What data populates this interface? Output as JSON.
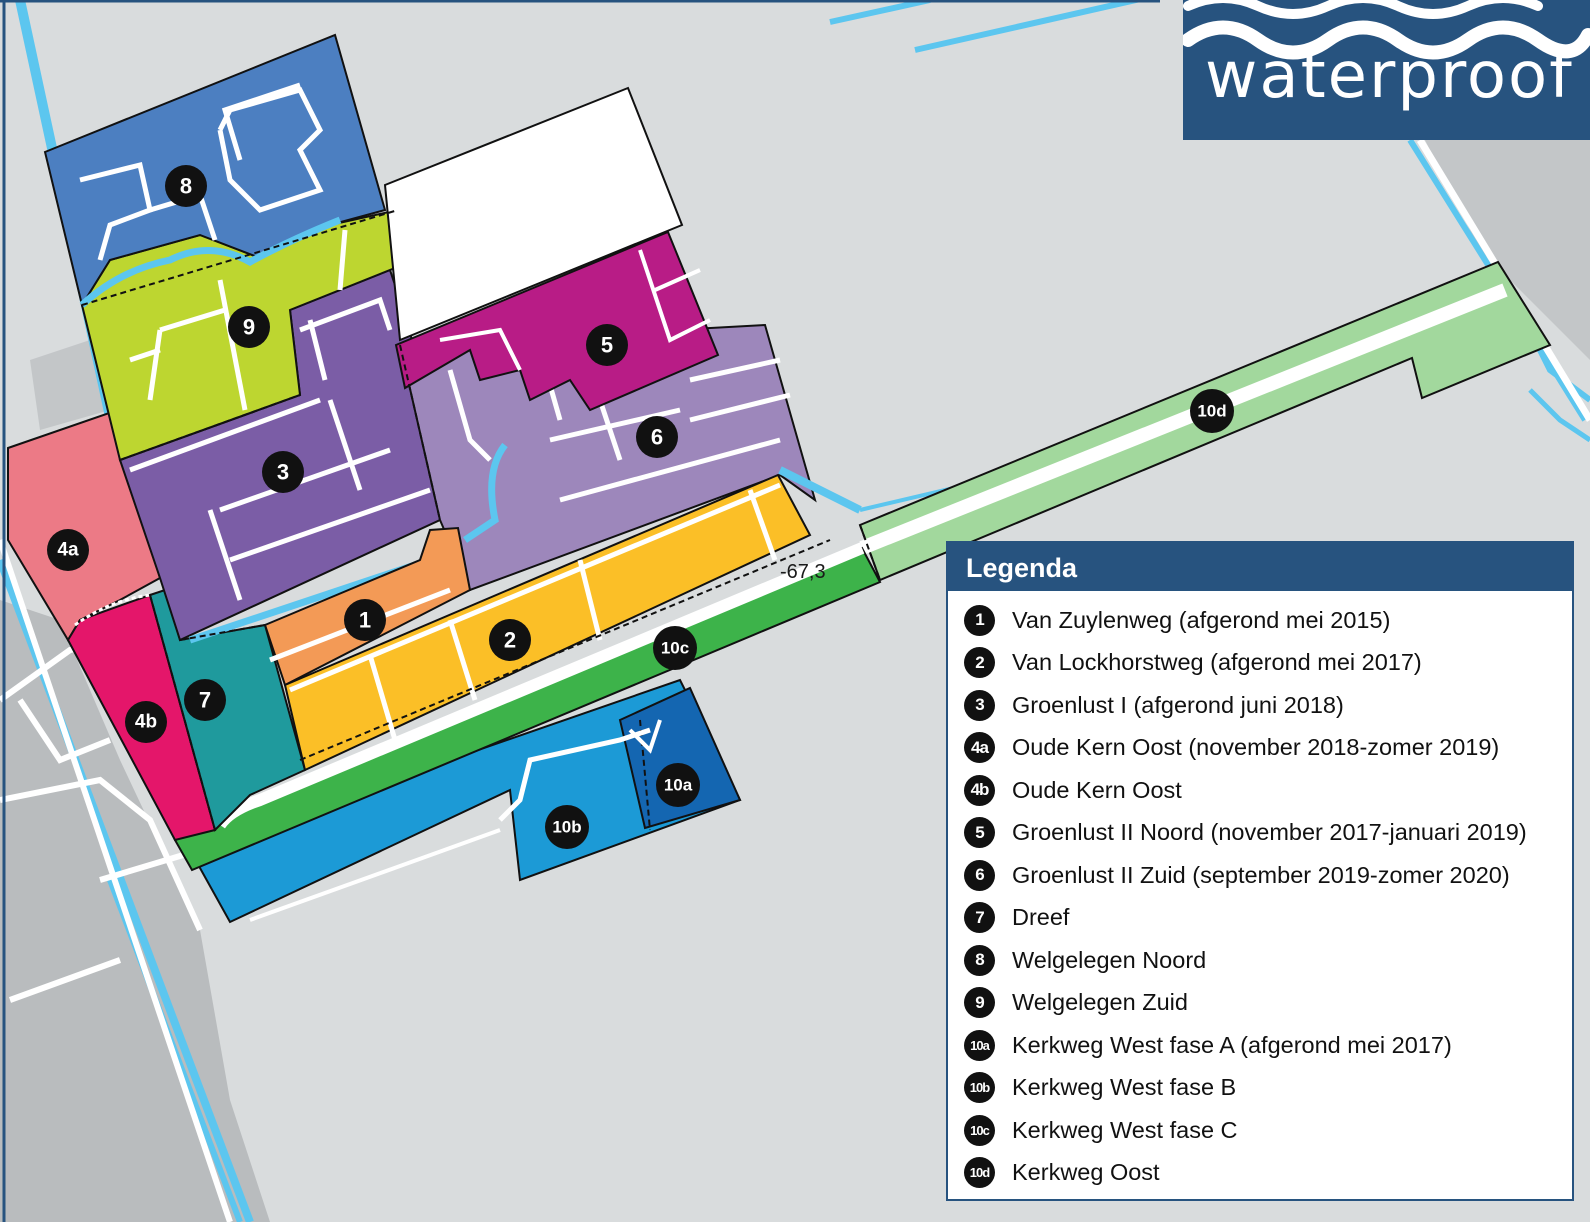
{
  "logo": {
    "text": "waterproof"
  },
  "legend": {
    "title": "Legenda",
    "items": [
      {
        "badge": "1",
        "label": "Van Zuylenweg (afgerond mei 2015)"
      },
      {
        "badge": "2",
        "label": "Van Lockhorstweg (afgerond mei 2017)"
      },
      {
        "badge": "3",
        "label": "Groenlust I (afgerond juni 2018)"
      },
      {
        "badge": "4a",
        "label": "Oude Kern Oost (november 2018-zomer 2019)"
      },
      {
        "badge": "4b",
        "label": "Oude Kern Oost"
      },
      {
        "badge": "5",
        "label": "Groenlust II Noord (november 2017-januari 2019)"
      },
      {
        "badge": "6",
        "label": "Groenlust II Zuid (september 2019-zomer 2020)"
      },
      {
        "badge": "7",
        "label": "Dreef"
      },
      {
        "badge": "8",
        "label": "Welgelegen Noord"
      },
      {
        "badge": "9",
        "label": "Welgelegen Zuid"
      },
      {
        "badge": "10a",
        "label": "Kerkweg West fase A (afgerond mei 2017)"
      },
      {
        "badge": "10b",
        "label": "Kerkweg West fase B"
      },
      {
        "badge": "10c",
        "label": "Kerkweg West fase C"
      },
      {
        "badge": "10d",
        "label": "Kerkweg Oost"
      }
    ]
  },
  "map": {
    "elevation_label": "-67,3",
    "zones": [
      {
        "id": "1",
        "color": "#f39a56"
      },
      {
        "id": "2",
        "color": "#fbbf27"
      },
      {
        "id": "3",
        "color": "#7b5da6"
      },
      {
        "id": "4a",
        "color": "#ec7a86"
      },
      {
        "id": "4b",
        "color": "#e4166a"
      },
      {
        "id": "5",
        "color": "#b81c86"
      },
      {
        "id": "6",
        "color": "#9d87bb"
      },
      {
        "id": "7",
        "color": "#1f9a9d"
      },
      {
        "id": "8",
        "color": "#4c7fc1"
      },
      {
        "id": "9",
        "color": "#bdd630"
      },
      {
        "id": "10a",
        "color": "#1466b1"
      },
      {
        "id": "10b",
        "color": "#1c9ad6"
      },
      {
        "id": "10c",
        "color": "#3db34a"
      },
      {
        "id": "10d",
        "color": "#a2d89d"
      }
    ]
  }
}
